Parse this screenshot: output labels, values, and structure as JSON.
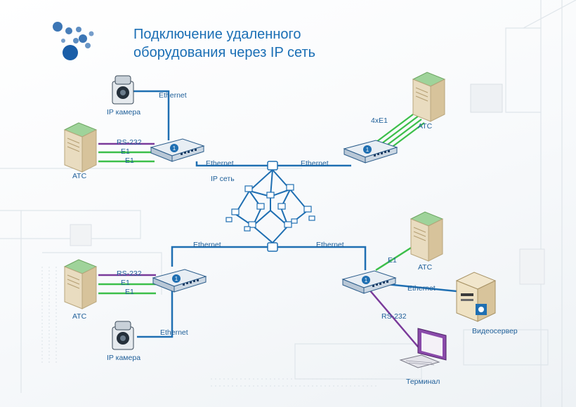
{
  "title": {
    "line1": "Подключение удаленного",
    "line2": "оборудования через IP сеть"
  },
  "labels": {
    "ip_camera_top": "IP камера",
    "ethernet_cam_top": "Ethernet",
    "rs232_left_top": "RS-232",
    "e1_left_top_1": "E1",
    "e1_left_top_2": "E1",
    "atc_left_top": "АТС",
    "ethernet_mid_left": "Ethernet",
    "ip_network": "IP сеть",
    "ethernet_mid_right": "Ethernet",
    "e1x4": "4xE1",
    "atc_right_top": "АТС",
    "ethernet_low_left": "Ethernet",
    "ethernet_low_right": "Ethernet",
    "rs232_left_bottom": "RS-232",
    "e1_left_bottom_1": "E1",
    "e1_left_bottom_2": "E1",
    "atc_left_bottom": "АТС",
    "ethernet_cam_bottom": "Ethernet",
    "ip_camera_bottom": "IP камера",
    "e1_right_bottom": "E1",
    "atc_right_bottom": "АТС",
    "ethernet_server": "Ethernet",
    "video_server": "Видеосервер",
    "rs232_right_bottom": "RS-232",
    "terminal": "Терминал"
  },
  "colors": {
    "ethernet": "#1f6fb2",
    "rs232": "#7a3a9a",
    "e1": "#3cbf4a",
    "title": "#1b6fb5",
    "logo": "#1a5ea8"
  },
  "icons": [
    "logo-icon",
    "ip-camera-icon",
    "atc-server-icon",
    "gateway-device-icon",
    "network-switch-icon",
    "workstation-icon",
    "video-server-icon",
    "terminal-icon"
  ]
}
